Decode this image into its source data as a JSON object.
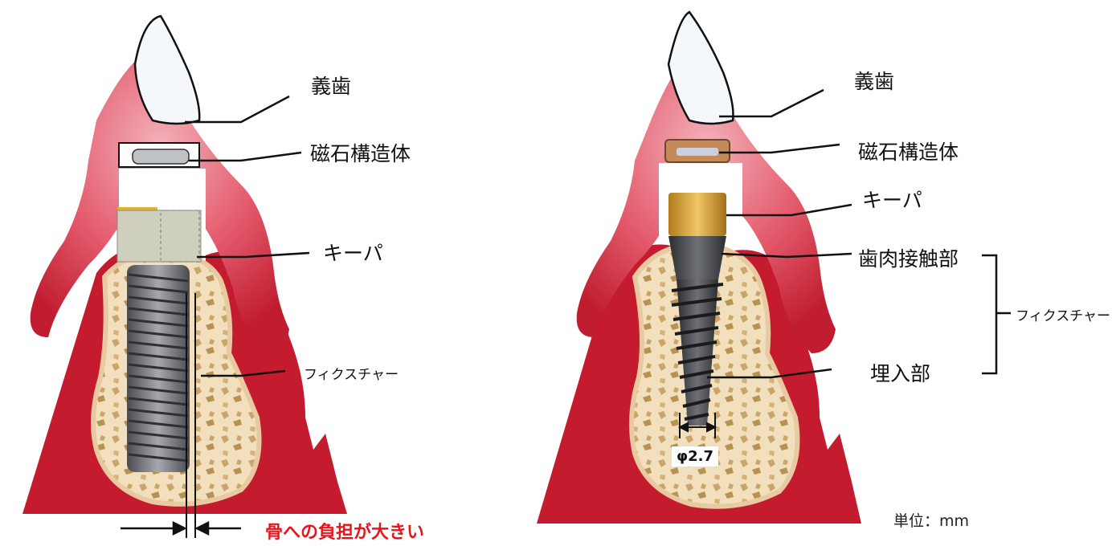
{
  "left_panel": {
    "labels": {
      "denture": "義歯",
      "magnet_structure": "磁石構造体",
      "keeper": "キーパ",
      "fixture": "フィクスチャー"
    },
    "warning": "骨への負担が大きい"
  },
  "right_panel": {
    "labels": {
      "denture": "義歯",
      "magnet_structure": "磁石構造体",
      "keeper": "キーパ",
      "gum_contact": "歯肉接触部",
      "embedded": "埋入部",
      "fixture_group": "フィクスチャー"
    },
    "diameter": "φ2.7",
    "unit": "単位：mm"
  },
  "colors": {
    "gum": "#d42a3a",
    "gum_light": "#e86a7c",
    "bone": "#f2dfbd",
    "bone_spot": "#c9a56a",
    "tooth": "#f4f8fa",
    "gold": "#d6a23a",
    "warning": "#e8141c"
  }
}
